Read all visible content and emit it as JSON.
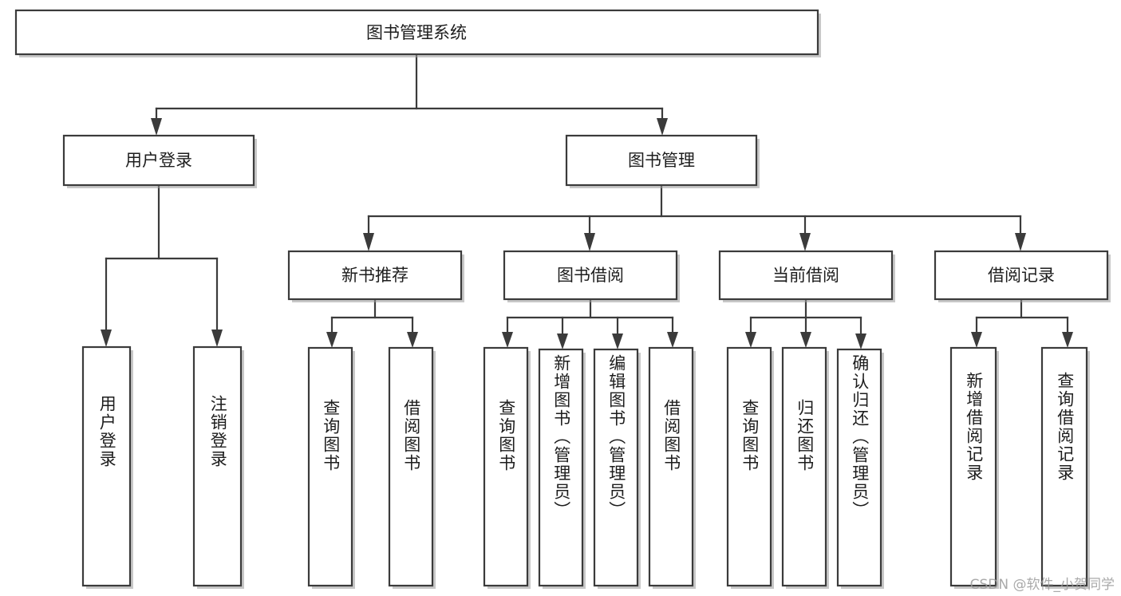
{
  "diagram": {
    "type": "hierarchy-tree",
    "title": "图书管理系统",
    "watermark": "CSDN @软件_小贺同学",
    "colors": {
      "box_stroke": "#3b3b3b",
      "box_fill": "#ffffff",
      "connector": "#3b3b3b",
      "text": "#1d1d1d",
      "background": "#ffffff",
      "watermark": "#9b9b9b"
    },
    "levels": {
      "root": {
        "label": "图书管理系统"
      },
      "level2": [
        {
          "label": "用户登录"
        },
        {
          "label": "图书管理"
        }
      ],
      "level3": [
        {
          "label": "新书推荐"
        },
        {
          "label": "图书借阅"
        },
        {
          "label": "当前借阅"
        },
        {
          "label": "借阅记录"
        }
      ],
      "leaves": {
        "user_login": [
          {
            "label": "用户登录"
          },
          {
            "label": "注销登录"
          }
        ],
        "new_book_recommend": [
          {
            "label": "查询图书"
          },
          {
            "label": "借阅图书"
          }
        ],
        "book_borrow": [
          {
            "label": "查询图书"
          },
          {
            "label": "新增图书（管理员）"
          },
          {
            "label": "编辑图书（管理员）"
          },
          {
            "label": "借阅图书"
          }
        ],
        "current_borrow": [
          {
            "label": "查询图书"
          },
          {
            "label": "归还图书"
          },
          {
            "label": "确认归还（管理员）"
          }
        ],
        "borrow_records": [
          {
            "label": "新增借阅记录"
          },
          {
            "label": "查询借阅记录"
          }
        ]
      }
    }
  }
}
